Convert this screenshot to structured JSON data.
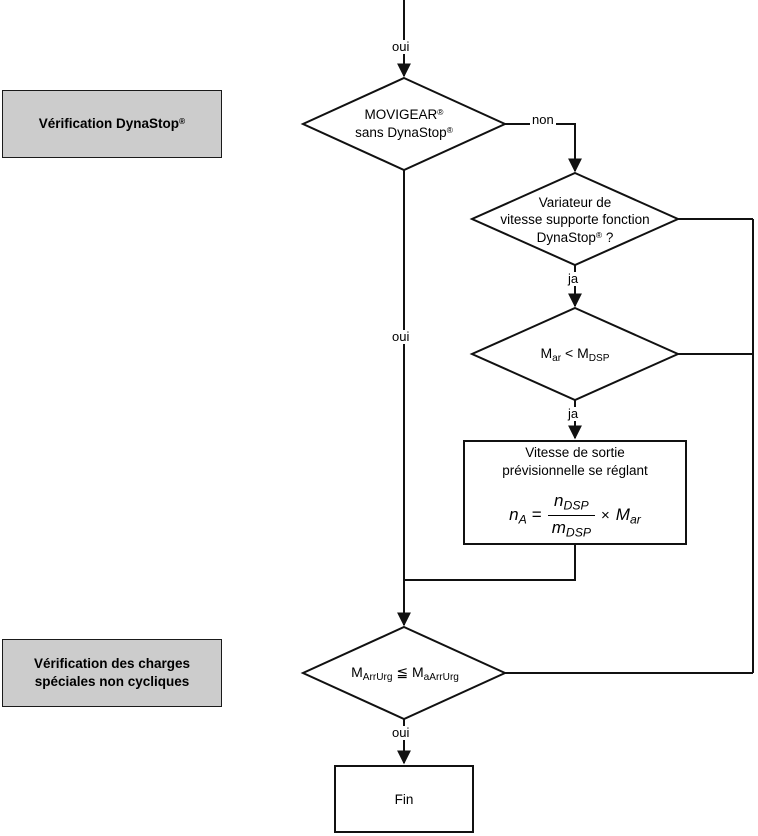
{
  "diagram": {
    "type": "flowchart",
    "language": "fr",
    "sections": [
      {
        "id": "section-dynastop",
        "label": "Vérification DynaStop®"
      },
      {
        "id": "section-charges",
        "label": "Vérification des charges spéciales non cycliques"
      }
    ],
    "nodes": [
      {
        "id": "decision-movigear",
        "shape": "diamond",
        "line1": "MOVIGEAR®",
        "line2": "sans DynaStop®"
      },
      {
        "id": "decision-variateur",
        "shape": "diamond",
        "line1": "Variateur de",
        "line2": "vitesse supporte fonction",
        "line3": "DynaStop® ?"
      },
      {
        "id": "decision-mar-mdsp",
        "shape": "diamond",
        "expr_left_base": "M",
        "expr_left_sub": "ar",
        "operator": "<",
        "expr_right_base": "M",
        "expr_right_sub": "DSP"
      },
      {
        "id": "process-vitesse-sortie",
        "shape": "process",
        "line1": "Vitesse de sortie",
        "line2": "prévisionnelle se réglant",
        "formula": {
          "lhs_base": "n",
          "lhs_sub": "A",
          "equals": "=",
          "numerator_base": "n",
          "numerator_sub": "DSP",
          "denominator_base": "m",
          "denominator_sub": "DSP",
          "times": "×",
          "factor_base": "M",
          "factor_sub": "ar"
        }
      },
      {
        "id": "decision-arrurg",
        "shape": "diamond",
        "expr_left_base": "M",
        "expr_left_sub": "ArrUrg",
        "operator": "≤",
        "expr_right_base": "M",
        "expr_right_sub": "aArrUrg"
      },
      {
        "id": "terminator-fin",
        "shape": "terminator",
        "label": "Fin"
      }
    ],
    "edge_labels": {
      "top_incoming": "oui",
      "movigear_no": "non",
      "movigear_yes": "oui",
      "variateur_yes": "ja",
      "mar_yes": "ja",
      "arrurg_yes": "oui"
    },
    "colors": {
      "section_fill": "#cccccc",
      "section_border": "#1a1a1a",
      "node_border": "#111111",
      "node_fill": "#ffffff",
      "line": "#111111",
      "text": "#000000",
      "background": "#ffffff"
    }
  }
}
